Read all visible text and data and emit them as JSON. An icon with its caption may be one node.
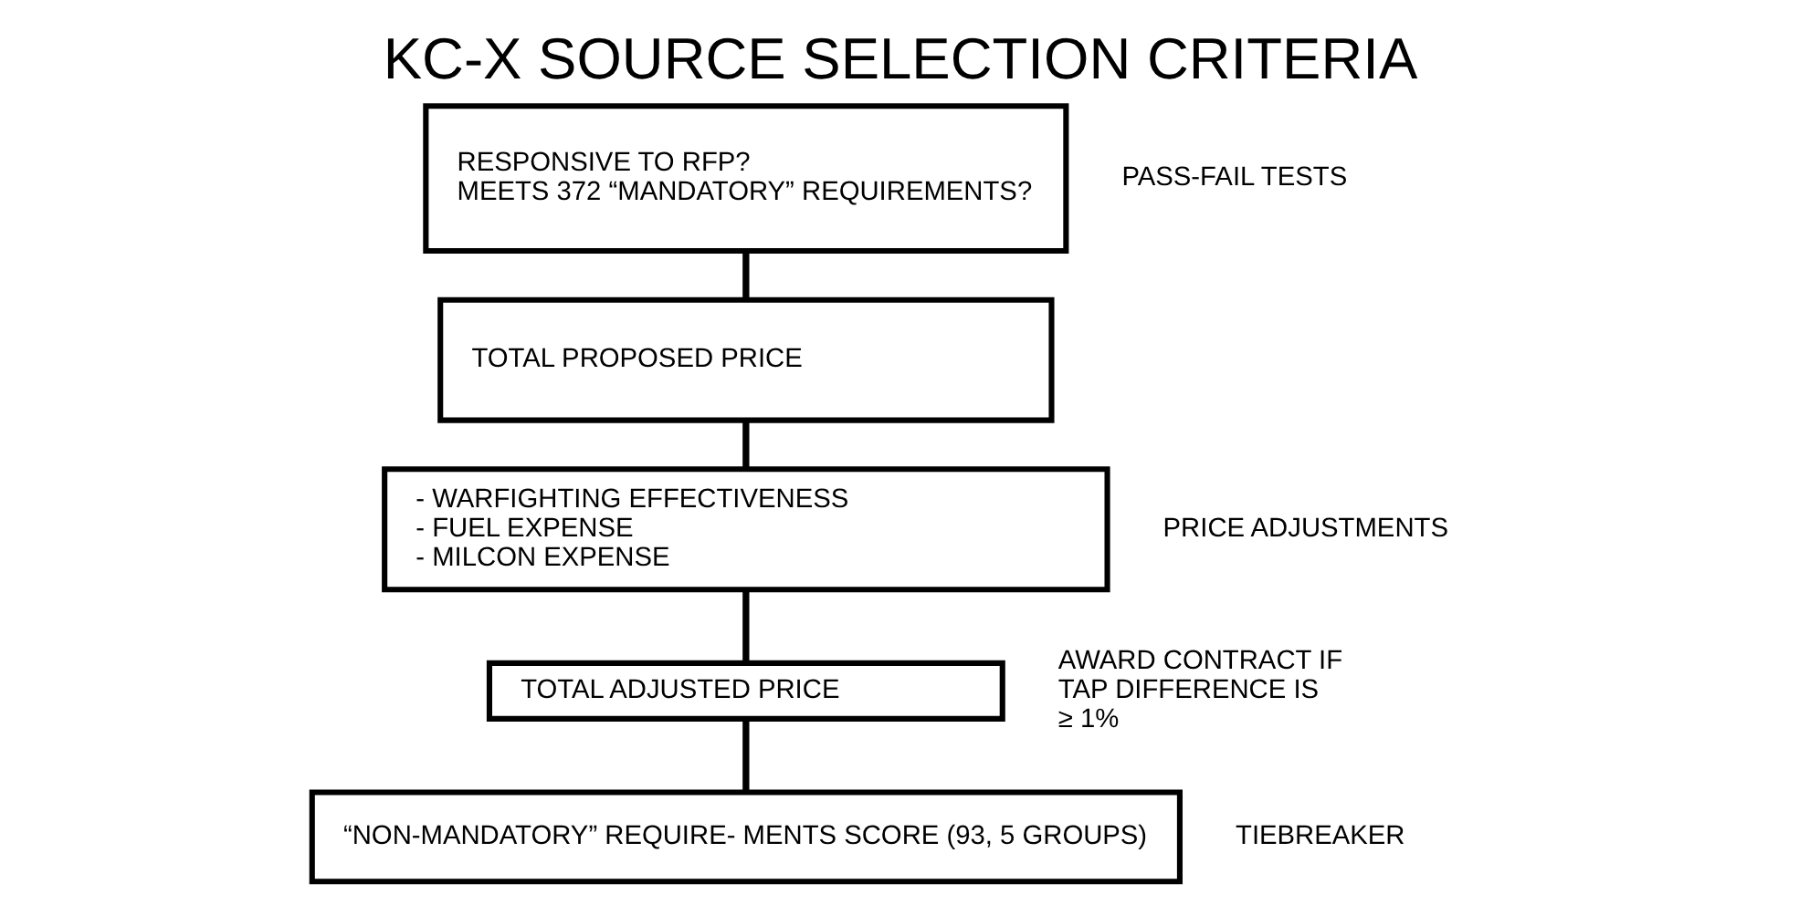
{
  "diagram": {
    "title": "KC-X SOURCE SELECTION CRITERIA",
    "nodes": [
      {
        "text": [
          "RESPONSIVE TO RFP?",
          "MEETS 372 “MANDATORY” REQUIREMENTS?"
        ],
        "beside": [
          "PASS-FAIL TESTS"
        ]
      },
      {
        "text": [
          "TOTAL PROPOSED PRICE"
        ]
      },
      {
        "text": [
          "- WARFIGHTING EFFECTIVENESS",
          "- FUEL EXPENSE",
          "- MILCON EXPENSE"
        ],
        "beside": [
          "PRICE ADJUSTMENTS"
        ]
      },
      {
        "text": [
          "TOTAL ADJUSTED PRICE"
        ],
        "beside": [
          "AWARD CONTRACT IF TAP DIFFERENCE IS ≥ 1%"
        ]
      },
      {
        "text": [
          "“NON-MANDATORY” REQUIRE- MENTS SCORE (93, 5 GROUPS)"
        ],
        "beside": [
          "TIEBREAKER"
        ]
      }
    ],
    "edges": [
      {
        "from": 0,
        "to": 1,
        "arrow": "none"
      },
      {
        "from": 1,
        "to": 2,
        "arrow": "none"
      },
      {
        "from": 2,
        "to": 3,
        "arrow": "none"
      },
      {
        "from": 3,
        "to": 4,
        "arrow": "none"
      }
    ]
  }
}
